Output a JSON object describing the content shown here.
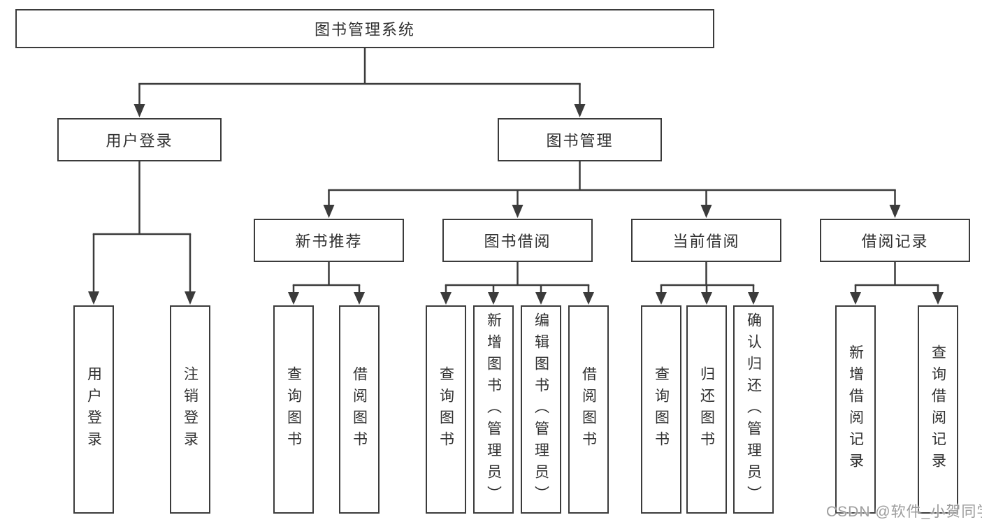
{
  "colors": {
    "background": "#ffffff",
    "box_border": "#3b3b3b",
    "connector_line": "#3b3b3b",
    "text": "#303030",
    "watermark": "#9c9c9c"
  },
  "tree": {
    "label": "图书管理系统",
    "children": [
      {
        "label": "用户登录",
        "children": [
          {
            "label": "用户登录"
          },
          {
            "label": "注销登录"
          }
        ]
      },
      {
        "label": "图书管理",
        "children": [
          {
            "label": "新书推荐",
            "children": [
              {
                "label": "查询图书"
              },
              {
                "label": "借阅图书"
              }
            ]
          },
          {
            "label": "图书借阅",
            "children": [
              {
                "label": "查询图书"
              },
              {
                "label": "新增图书（管理员）"
              },
              {
                "label": "编辑图书（管理员）"
              },
              {
                "label": "借阅图书"
              }
            ]
          },
          {
            "label": "当前借阅",
            "children": [
              {
                "label": "查询图书"
              },
              {
                "label": "归还图书"
              },
              {
                "label": "确认归还（管理员）"
              }
            ]
          },
          {
            "label": "借阅记录",
            "children": [
              {
                "label": "新增借阅记录"
              },
              {
                "label": "查询借阅记录"
              }
            ]
          }
        ]
      }
    ]
  },
  "watermark": {
    "text": "CSDN @软件_小贺同学"
  }
}
